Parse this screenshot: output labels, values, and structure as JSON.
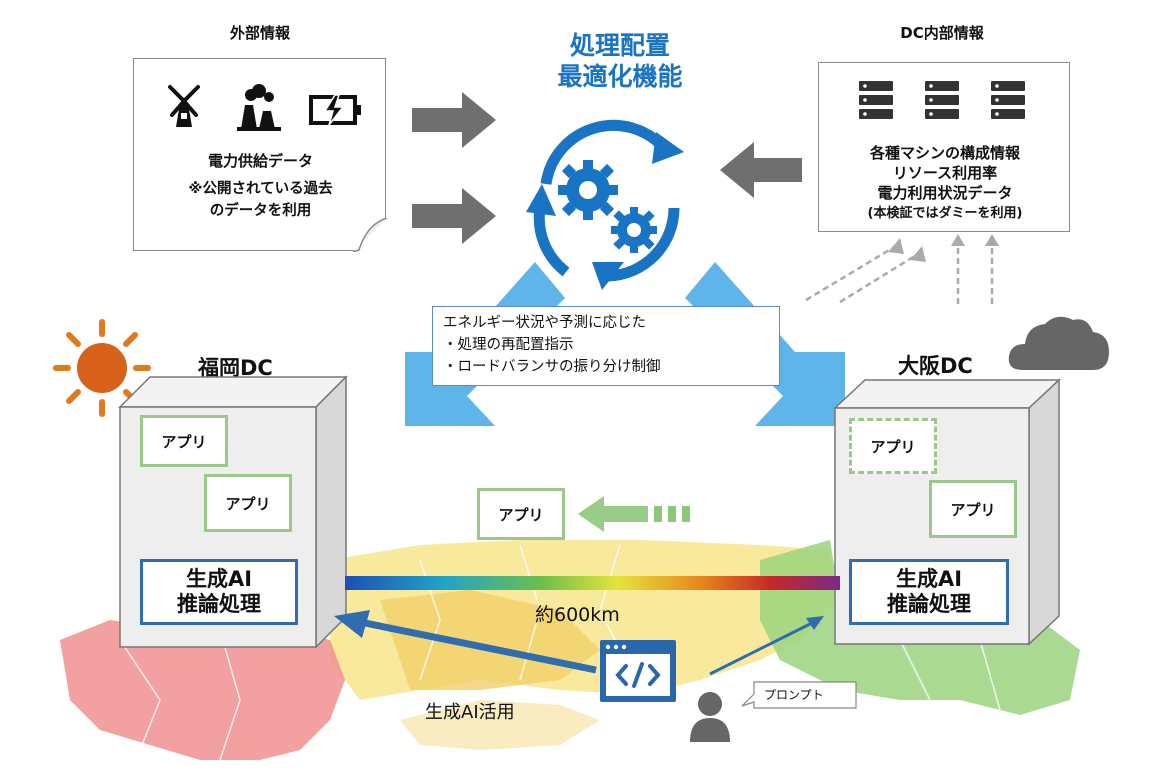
{
  "external": {
    "header": "外部情報",
    "title": "電力供給データ",
    "note_line1": "※公開されている過去",
    "note_line2": "のデータを利用"
  },
  "internal": {
    "header": "DC内部情報",
    "line1": "各種マシンの構成情報",
    "line2": "リソース利用率",
    "line3": "電力利用状況データ",
    "line4": "(本検証ではダミーを利用)"
  },
  "optimizer": {
    "line1": "処理配置",
    "line2": "最適化機能"
  },
  "callout": {
    "line1": "エネルギー状況や予測に応じた",
    "line2": "・処理の再配置指示",
    "line3": "・ロードバランサの振り分け制御"
  },
  "fukuoka": {
    "label": "福岡DC",
    "app1": "アプリ",
    "app2": "アプリ",
    "ai_line1": "生成AI",
    "ai_line2": "推論処理"
  },
  "osaka": {
    "label": "大阪DC",
    "app1": "アプリ",
    "app2": "アプリ",
    "ai_line1": "生成AI",
    "ai_line2": "推論処理"
  },
  "migrating_app": "アプリ",
  "distance": "約600km",
  "usage_label": "生成AI活用",
  "prompt_label": "プロンプト",
  "colors": {
    "accent_blue": "#1a74c4",
    "light_blue": "#5fb4ea",
    "app_green": "#9cc78a",
    "ai_border": "#2f6db0"
  },
  "icons": [
    "windmill-icon",
    "factory-icon",
    "battery-icon",
    "server-icon",
    "gear-icon",
    "sun-icon",
    "cloud-icon",
    "code-window-icon",
    "user-icon"
  ]
}
